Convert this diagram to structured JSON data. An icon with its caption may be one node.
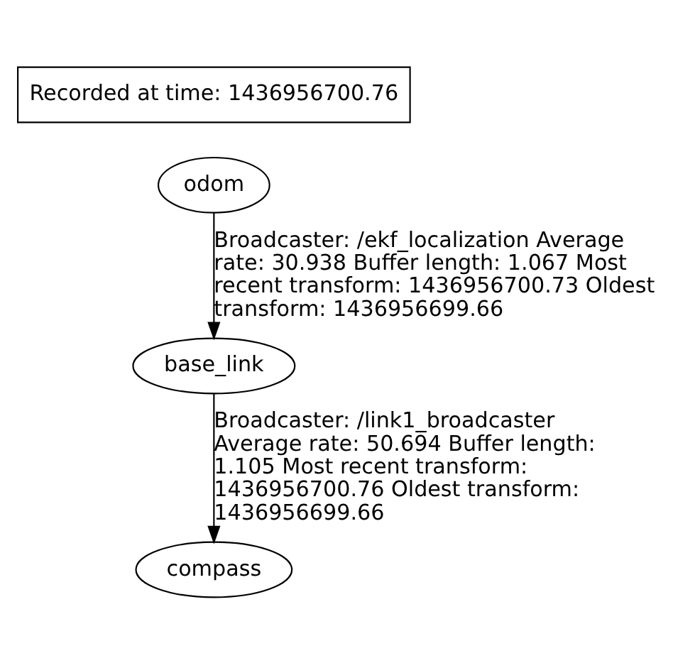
{
  "diagram": {
    "nodes": [
      {
        "text": [
          "Recorded at time: 1436956700.76"
        ]
      },
      {
        "text": [
          "odom"
        ]
      },
      {
        "text": [
          "base_link"
        ]
      },
      {
        "text": [
          "compass"
        ]
      }
    ],
    "edges": [
      {
        "from": 1,
        "to": 2,
        "arrow": "to",
        "label": "Broadcaster: /ekf_localization Average rate: 30.938 Buffer length: 1.067 Most recent transform: 1436956700.73 Oldest transform: 1436956699.66"
      },
      {
        "from": 2,
        "to": 3,
        "arrow": "to",
        "label": "Broadcaster: /link1_broadcaster Average rate: 50.694 Buffer length: 1.105 Most recent transform: 1436956700.76 Oldest transform: 1436956699.66"
      }
    ]
  }
}
